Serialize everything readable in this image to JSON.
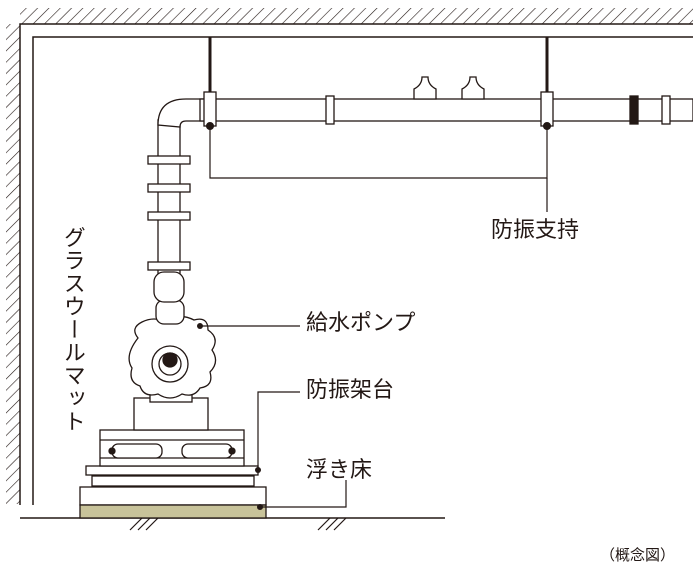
{
  "labels": {
    "anti_vibration_support": "防振支持",
    "water_supply_pump": "給水ポンプ",
    "anti_vibration_base": "防振架台",
    "floating_floor": "浮き床",
    "glass_wool_mat": "グラスウールマット",
    "caption": "（概念図）"
  },
  "colors": {
    "line": "#231815",
    "floating_floor_fill": "#c8c39a",
    "background": "#ffffff"
  }
}
